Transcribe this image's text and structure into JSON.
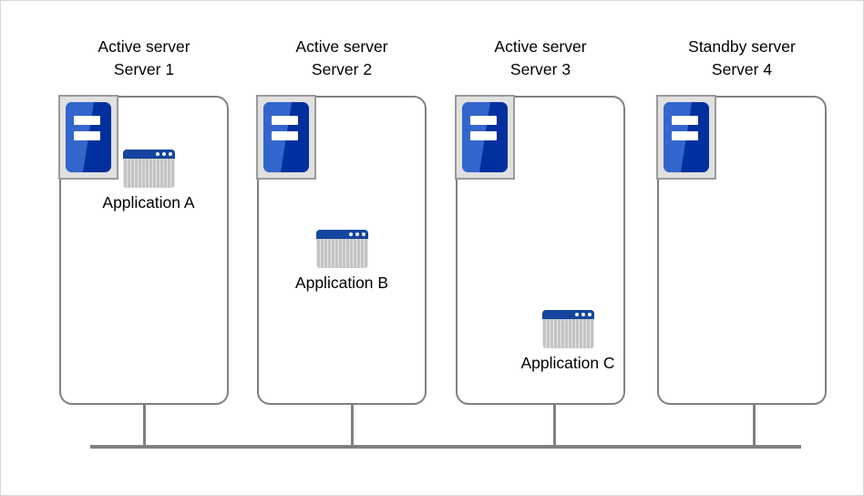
{
  "diagram": {
    "title_hidden": "",
    "colors": {
      "chassis_border": "#808080",
      "icon_frame": "#9a9a9a",
      "icon_frame_fill": "#e0e0e0",
      "server_blue_dark": "#002f9e",
      "server_blue_light": "#3366cc",
      "app_titlebar": "#15459e",
      "app_body": "#c4c4c4",
      "bus_line": "#808080",
      "page_border": "#d9d9d9"
    },
    "servers": [
      {
        "role": "Active server",
        "name": "Server 1",
        "icon": "server-icon",
        "apps": [
          {
            "label": "Application  A",
            "icon": "application-window-icon"
          }
        ]
      },
      {
        "role": "Active server",
        "name": "Server 2",
        "icon": "server-icon",
        "apps": [
          {
            "label": "Application  B",
            "icon": "application-window-icon"
          }
        ]
      },
      {
        "role": "Active server",
        "name": "Server 3",
        "icon": "server-icon",
        "apps": [
          {
            "label": "Application  C",
            "icon": "application-window-icon"
          }
        ]
      },
      {
        "role": "Standby server",
        "name": "Server 4",
        "icon": "server-icon",
        "apps": []
      }
    ]
  }
}
